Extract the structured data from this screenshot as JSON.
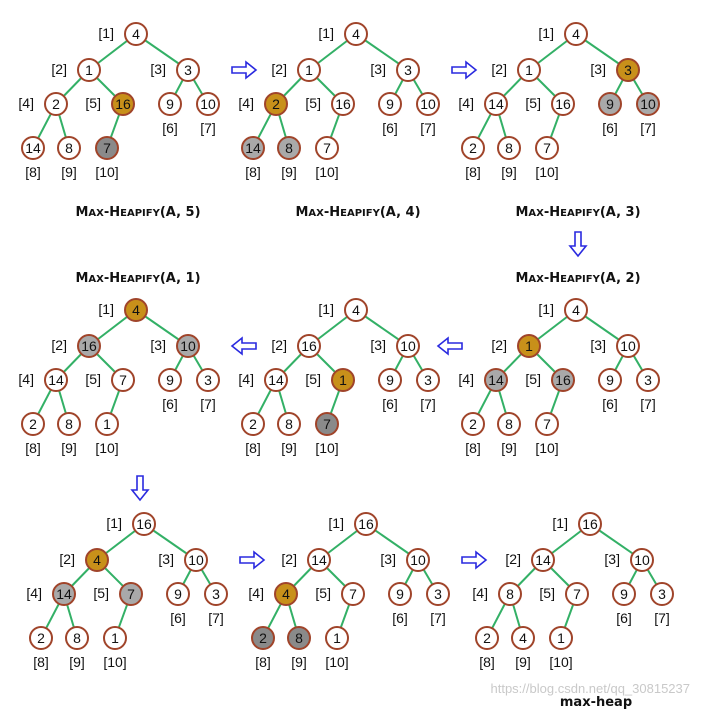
{
  "colors": {
    "edge": "#33b066",
    "node_border": "#a0442a",
    "node_fill": "#ffffff",
    "highlight": "#c8901a",
    "child_compare": "#a9a9a9",
    "child_dark": "#8a8a8a",
    "arrow_stroke": "#2a2adf",
    "arrow_fill": "#ffffff"
  },
  "index_labels": [
    "[1]",
    "[2]",
    "[3]",
    "[4]",
    "[5]",
    "[6]",
    "[7]",
    "[8]",
    "[9]",
    "[10]"
  ],
  "steps": [
    {
      "values": [
        4,
        1,
        3,
        2,
        16,
        9,
        10,
        14,
        8,
        7
      ],
      "highlight": [
        5
      ],
      "compare": [],
      "dark": [
        10
      ]
    },
    {
      "values": [
        4,
        1,
        3,
        2,
        16,
        9,
        10,
        14,
        8,
        7
      ],
      "highlight": [
        4
      ],
      "compare": [
        8,
        9
      ],
      "dark": []
    },
    {
      "values": [
        4,
        1,
        3,
        14,
        16,
        9,
        10,
        2,
        8,
        7
      ],
      "highlight": [
        3
      ],
      "compare": [
        6,
        7
      ],
      "dark": []
    },
    {
      "values": [
        4,
        16,
        10,
        14,
        7,
        9,
        3,
        2,
        8,
        1
      ],
      "highlight": [
        1
      ],
      "compare": [
        2,
        3
      ],
      "dark": []
    },
    {
      "values": [
        4,
        16,
        10,
        14,
        1,
        9,
        3,
        2,
        8,
        7
      ],
      "highlight": [
        5
      ],
      "compare": [],
      "dark": [
        10
      ]
    },
    {
      "values": [
        4,
        1,
        10,
        14,
        16,
        9,
        3,
        2,
        8,
        7
      ],
      "highlight": [
        2
      ],
      "compare": [
        4,
        5
      ],
      "dark": []
    },
    {
      "values": [
        16,
        4,
        10,
        14,
        7,
        9,
        3,
        2,
        8,
        1
      ],
      "highlight": [
        2
      ],
      "compare": [
        4,
        5
      ],
      "dark": []
    },
    {
      "values": [
        16,
        14,
        10,
        4,
        7,
        9,
        3,
        2,
        8,
        1
      ],
      "highlight": [
        4
      ],
      "compare": [],
      "dark": [
        8,
        9
      ]
    },
    {
      "values": [
        16,
        14,
        10,
        8,
        7,
        9,
        3,
        2,
        4,
        1
      ],
      "highlight": [],
      "compare": [],
      "dark": []
    }
  ],
  "captions": [
    "Max-Heapify(A, 5)",
    "Max-Heapify(A, 4)",
    "Max-Heapify(A, 3)",
    "Max-Heapify(A, 2)",
    "Max-Heapify(A, 1)",
    "max-heap"
  ],
  "watermark": "https://blog.csdn.net/qq_30815237"
}
